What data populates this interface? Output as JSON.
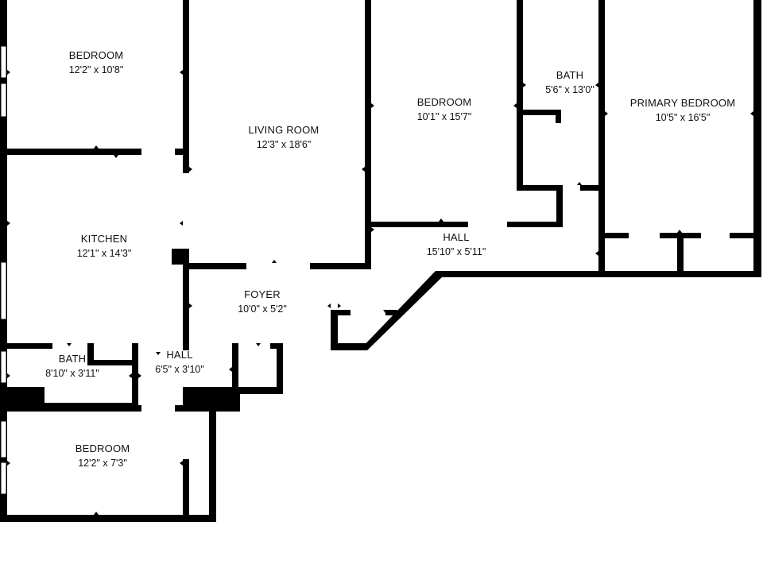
{
  "rooms": [
    {
      "id": "bedroom-top-left",
      "name": "BEDROOM",
      "dims": "12'2\" x 10'8\""
    },
    {
      "id": "living-room",
      "name": "LIVING ROOM",
      "dims": "12'3\" x 18'6\""
    },
    {
      "id": "bedroom-middle",
      "name": "BEDROOM",
      "dims": "10'1\" x 15'7\""
    },
    {
      "id": "bath-upper",
      "name": "BATH",
      "dims": "5'6\" x 13'0\""
    },
    {
      "id": "primary-bedroom",
      "name": "PRIMARY BEDROOM",
      "dims": "10'5\" x 16'5\""
    },
    {
      "id": "kitchen",
      "name": "KITCHEN",
      "dims": "12'1\" x 14'3\""
    },
    {
      "id": "hall-east",
      "name": "HALL",
      "dims": "15'10\" x 5'11\""
    },
    {
      "id": "foyer",
      "name": "FOYER",
      "dims": "10'0\" x 5'2\""
    },
    {
      "id": "bath-lower",
      "name": "BATH",
      "dims": "8'10\" x 3'11\""
    },
    {
      "id": "hall-west",
      "name": "HALL",
      "dims": "6'5\" x 3'10\""
    },
    {
      "id": "bedroom-bottom-left",
      "name": "BEDROOM",
      "dims": "12'2\" x 7'3\""
    }
  ],
  "colors": {
    "wall": "#000000",
    "background": "#ffffff",
    "text": "#111111"
  }
}
